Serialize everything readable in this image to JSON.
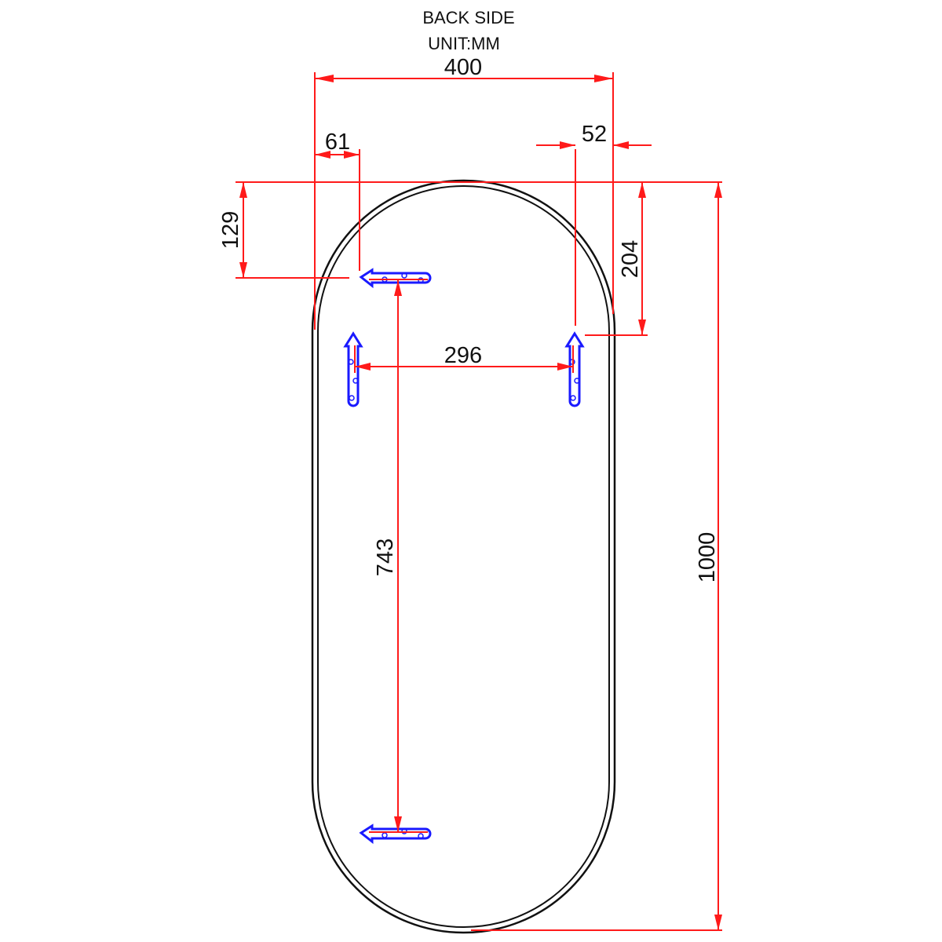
{
  "header": {
    "title": "BACK SIDE",
    "unit": "UNIT:MM"
  },
  "dimensions": {
    "overall_width": "400",
    "left_offset": "61",
    "right_offset": "52",
    "top_left_bracket": "129",
    "top_right_bracket": "204",
    "bracket_span": "296",
    "vertical_bracket_span": "743",
    "overall_height": "1000"
  },
  "colors": {
    "dimension": "#ff1a1a",
    "bracket": "#1a1aff",
    "outline": "#111111"
  }
}
